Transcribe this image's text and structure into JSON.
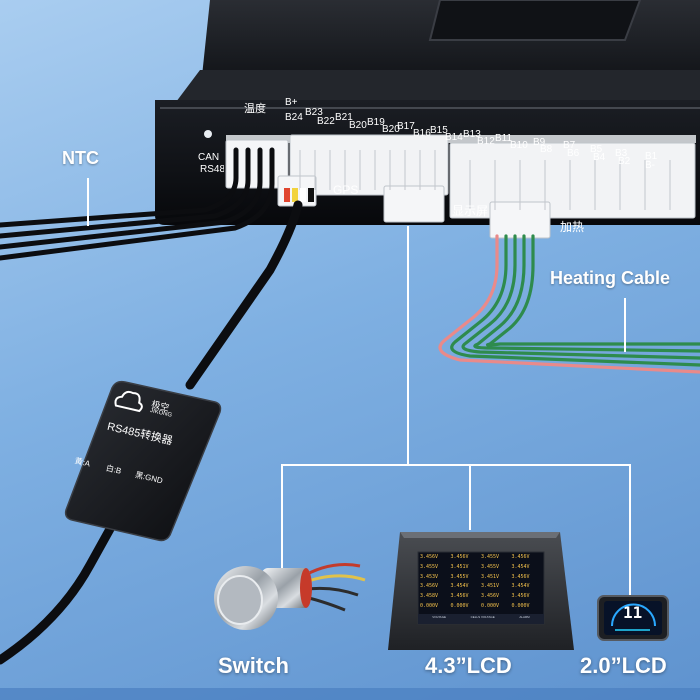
{
  "pins_top": [
    "B+",
    "B23",
    "B21",
    "B19",
    "B17",
    "B15",
    "B13",
    "B11",
    "B9",
    "B7",
    "B5",
    "B3",
    "B1"
  ],
  "pins_bottom": [
    "B24",
    "B22",
    "B20",
    "B20",
    "B16",
    "B14",
    "B12",
    "B10",
    "B8",
    "B6",
    "B4",
    "B2",
    "B-"
  ],
  "bms": {
    "temp_label": "温度",
    "can_label": "CAN",
    "rs485_label": "RS485",
    "gps_label": "GPS",
    "display_label": "显示屏",
    "heating_label": "加热"
  },
  "converter": {
    "brand": "极空",
    "brand_sub": "JIKONG",
    "title": "RS485转换器",
    "wire_yellow": "黄:A",
    "wire_white": "白:B",
    "wire_black": "黑:GND"
  },
  "callouts": {
    "ntc": "NTC",
    "heating_cable": "Heating Cable",
    "switch": "Switch",
    "lcd_43": "4.3”LCD",
    "lcd_20": "2.0”LCD"
  },
  "lcd_screen": {
    "cells": [
      "3.456V",
      "3.456V",
      "3.455V",
      "3.456V",
      "3.455V",
      "3.451V",
      "3.455V",
      "3.454V",
      "3.453V",
      "3.455V",
      "3.451V",
      "3.456V",
      "3.456V",
      "3.454V",
      "3.451V",
      "3.454V",
      "3.458V",
      "3.456V",
      "3.456V",
      "3.456V",
      "0.000V",
      "0.000V",
      "0.000V",
      "0.000V"
    ],
    "footer": [
      "VOLTAGE",
      "CELLS VOLTAGE",
      "ALARM"
    ]
  },
  "small_lcd": {
    "value": "11"
  }
}
